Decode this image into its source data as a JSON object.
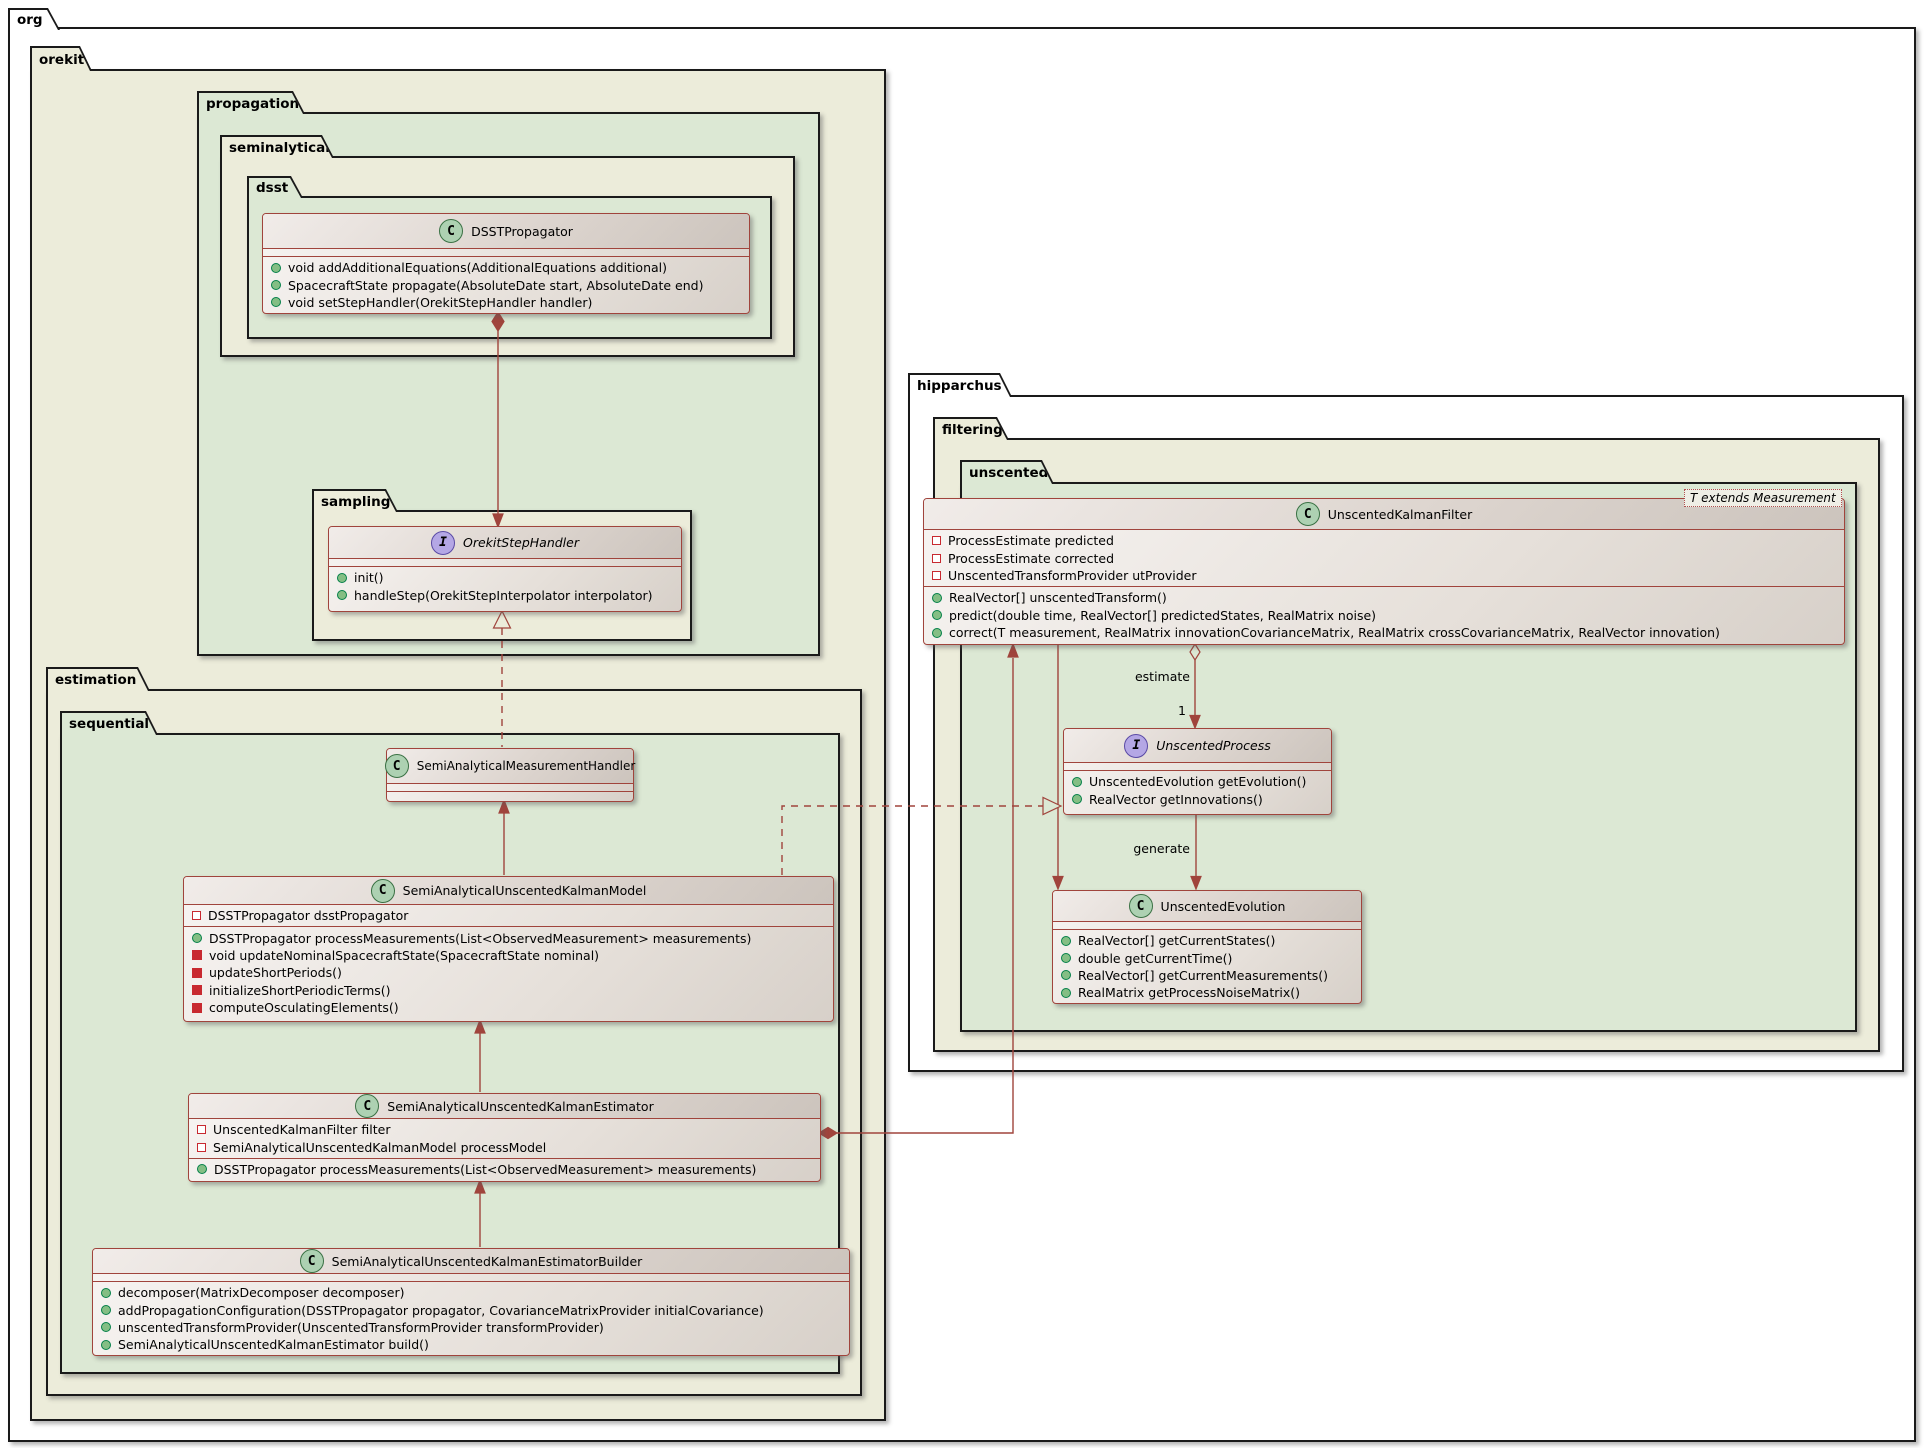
{
  "packages": {
    "org": {
      "label": "org"
    },
    "orekit": {
      "label": "orekit"
    },
    "propagation": {
      "label": "propagation"
    },
    "seminalytical": {
      "label": "seminalytical"
    },
    "dsst": {
      "label": "dsst"
    },
    "sampling": {
      "label": "sampling"
    },
    "estimation": {
      "label": "estimation"
    },
    "sequential": {
      "label": "sequential"
    },
    "hipparchus": {
      "label": "hipparchus"
    },
    "filtering": {
      "label": "filtering"
    },
    "unscented": {
      "label": "unscented"
    }
  },
  "classes": {
    "dsstPropagator": {
      "kind": "C",
      "name": "DSSTPropagator",
      "methods": [
        {
          "vis": "public",
          "text": "void addAdditionalEquations(AdditionalEquations additional)"
        },
        {
          "vis": "public",
          "text": "SpacecraftState propagate(AbsoluteDate start, AbsoluteDate end)"
        },
        {
          "vis": "public",
          "text": "void setStepHandler(OrekitStepHandler handler)"
        }
      ]
    },
    "orekitStepHandler": {
      "kind": "I",
      "name": "OrekitStepHandler",
      "methods": [
        {
          "vis": "public",
          "text": "init()"
        },
        {
          "vis": "public",
          "text": "handleStep(OrekitStepInterpolator interpolator)"
        }
      ]
    },
    "semiAnalyticalMeasurementHandler": {
      "kind": "C",
      "name": "SemiAnalyticalMeasurementHandler"
    },
    "semiAnalyticalUnscentedKalmanModel": {
      "kind": "C",
      "name": "SemiAnalyticalUnscentedKalmanModel",
      "fields": [
        {
          "vis": "private-field",
          "text": "DSSTPropagator dsstPropagator"
        }
      ],
      "methods": [
        {
          "vis": "public",
          "text": "DSSTPropagator processMeasurements(List<ObservedMeasurement> measurements)"
        },
        {
          "vis": "private-method",
          "text": "void updateNominalSpacecraftState(SpacecraftState nominal)"
        },
        {
          "vis": "private-method",
          "text": "updateShortPeriods()"
        },
        {
          "vis": "private-method",
          "text": "initializeShortPeriodicTerms()"
        },
        {
          "vis": "private-method",
          "text": "computeOsculatingElements()"
        }
      ]
    },
    "semiAnalyticalUnscentedKalmanEstimator": {
      "kind": "C",
      "name": "SemiAnalyticalUnscentedKalmanEstimator",
      "fields": [
        {
          "vis": "private-field",
          "text": "UnscentedKalmanFilter filter"
        },
        {
          "vis": "private-field",
          "text": "SemiAnalyticalUnscentedKalmanModel processModel"
        }
      ],
      "methods": [
        {
          "vis": "public",
          "text": "DSSTPropagator processMeasurements(List<ObservedMeasurement> measurements)"
        }
      ]
    },
    "semiAnalyticalUnscentedKalmanEstimatorBuilder": {
      "kind": "C",
      "name": "SemiAnalyticalUnscentedKalmanEstimatorBuilder",
      "methods": [
        {
          "vis": "public",
          "text": "decomposer(MatrixDecomposer decomposer)"
        },
        {
          "vis": "public",
          "text": "addPropagationConfiguration(DSSTPropagator propagator, CovarianceMatrixProvider initialCovariance)"
        },
        {
          "vis": "public",
          "text": "unscentedTransformProvider(UnscentedTransformProvider transformProvider)"
        },
        {
          "vis": "public",
          "text": "SemiAnalyticalUnscentedKalmanEstimator build()"
        }
      ]
    },
    "unscentedKalmanFilter": {
      "kind": "C",
      "name": "UnscentedKalmanFilter",
      "generic": "T extends Measurement",
      "fields": [
        {
          "vis": "private-field",
          "text": "ProcessEstimate predicted"
        },
        {
          "vis": "private-field",
          "text": "ProcessEstimate corrected"
        },
        {
          "vis": "private-field",
          "text": "UnscentedTransformProvider utProvider"
        }
      ],
      "methods": [
        {
          "vis": "public",
          "text": "RealVector[] unscentedTransform()"
        },
        {
          "vis": "public",
          "text": "predict(double time, RealVector[] predictedStates, RealMatrix noise)"
        },
        {
          "vis": "public",
          "text": "correct(T measurement, RealMatrix innovationCovarianceMatrix, RealMatrix crossCovarianceMatrix, RealVector innovation)"
        }
      ]
    },
    "unscentedProcess": {
      "kind": "I",
      "name": "UnscentedProcess",
      "methods": [
        {
          "vis": "public",
          "text": "UnscentedEvolution getEvolution()"
        },
        {
          "vis": "public",
          "text": "RealVector getInnovations()"
        }
      ]
    },
    "unscentedEvolution": {
      "kind": "C",
      "name": "UnscentedEvolution",
      "methods": [
        {
          "vis": "public",
          "text": "RealVector[] getCurrentStates()"
        },
        {
          "vis": "public",
          "text": "double getCurrentTime()"
        },
        {
          "vis": "public",
          "text": "RealVector[] getCurrentMeasurements()"
        },
        {
          "vis": "public",
          "text": "RealMatrix getProcessNoiseMatrix()"
        }
      ]
    }
  },
  "relations": {
    "estimate_label": "estimate",
    "estimate_multiplicity": "1",
    "generate_label": "generate"
  },
  "colors": {
    "package_border": "#1a1a1a",
    "class_border": "#a0443c",
    "fill_cream": "#ececda",
    "fill_green": "#dce8d4",
    "public_dot": "#84be84",
    "private_red": "#c82930",
    "class_icon_bg": "#add1b2",
    "interface_icon_bg": "#b4a7e5"
  }
}
